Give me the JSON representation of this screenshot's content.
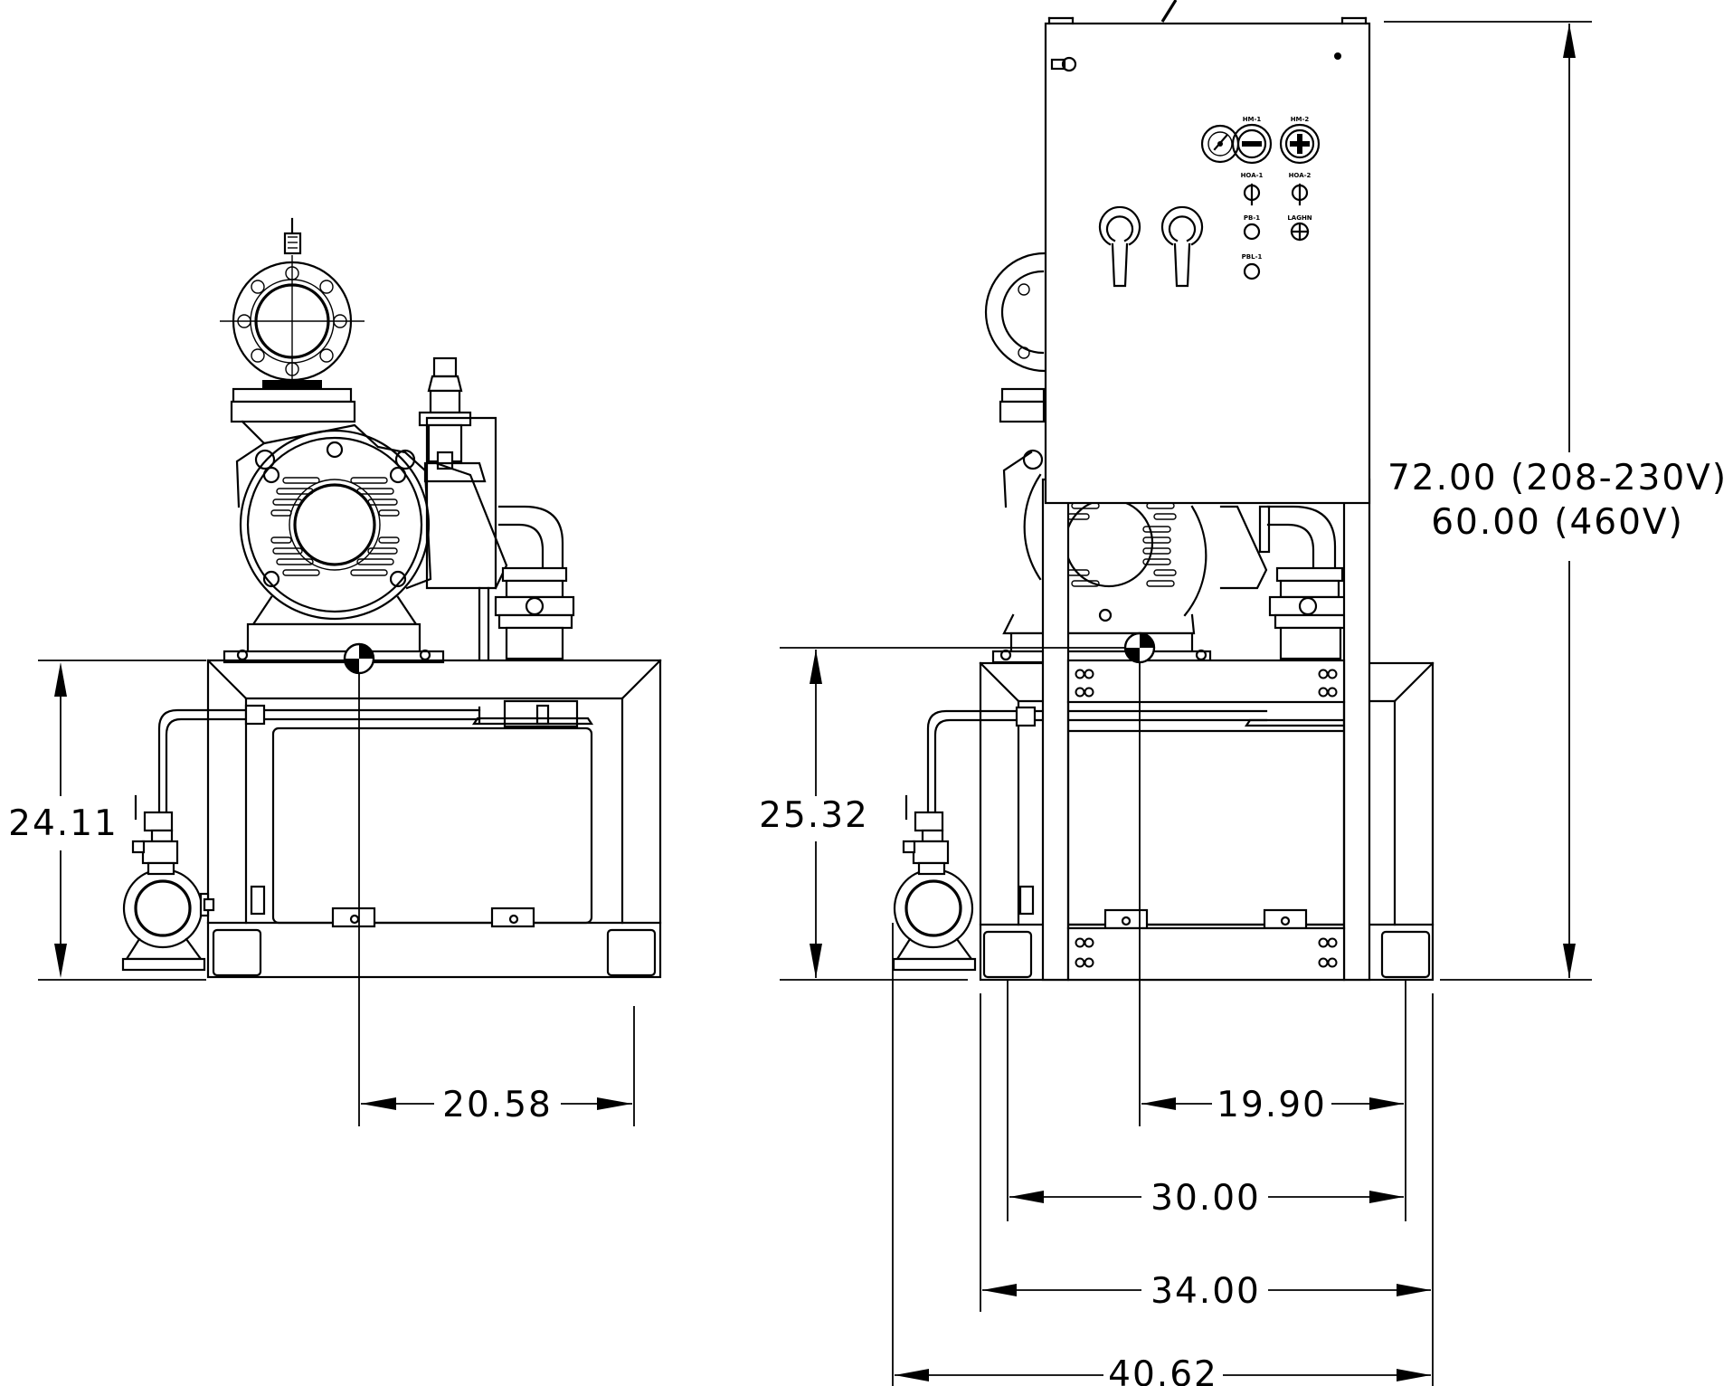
{
  "dimensions": {
    "left_height": "24.11",
    "left_width": "20.58",
    "right_height": "25.32",
    "right_width_cg": "19.90",
    "right_width_inner": "30.00",
    "right_width_frame": "34.00",
    "right_width_overall": "40.62",
    "overall_height_line1": "72.00  (208-230V)",
    "overall_height_line2": "60.00  (460V)"
  },
  "panel_labels": {
    "hm1": "HM-1",
    "hm2": "HM-2",
    "hoa1": "HOA-1",
    "hoa2": "HOA-2",
    "pb1": "PB-1",
    "laghn": "LAGHN",
    "pbl1": "PBL-1"
  },
  "icons": [
    "center-of-gravity-icon",
    "pressure-gauge-icon",
    "hour-meter-icon",
    "selector-switch-icon",
    "push-button-icon",
    "indicator-light-icon",
    "disconnect-handle-icon",
    "door-latch-icon"
  ]
}
